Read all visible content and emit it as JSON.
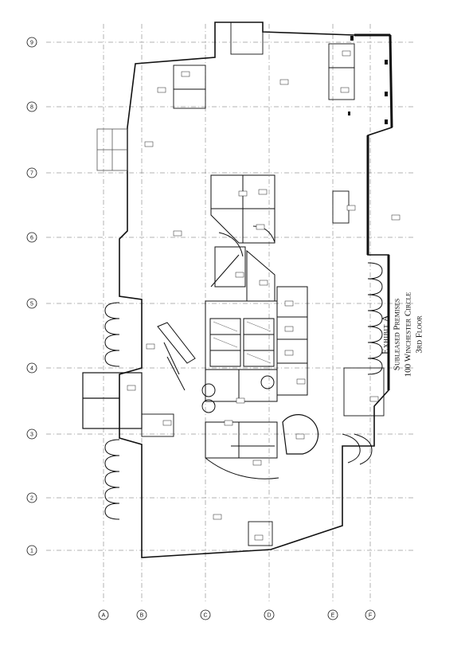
{
  "caption": {
    "title": "Exhibit A",
    "line1": "Subleased Premises",
    "line2": "100 Winchester Circle",
    "line3": "3rd Floor"
  },
  "column_grid": [
    "1",
    "2",
    "3",
    "4",
    "5",
    "6",
    "7",
    "8",
    "9"
  ],
  "row_grid": [
    "A",
    "B",
    "C",
    "D",
    "E",
    "F"
  ]
}
